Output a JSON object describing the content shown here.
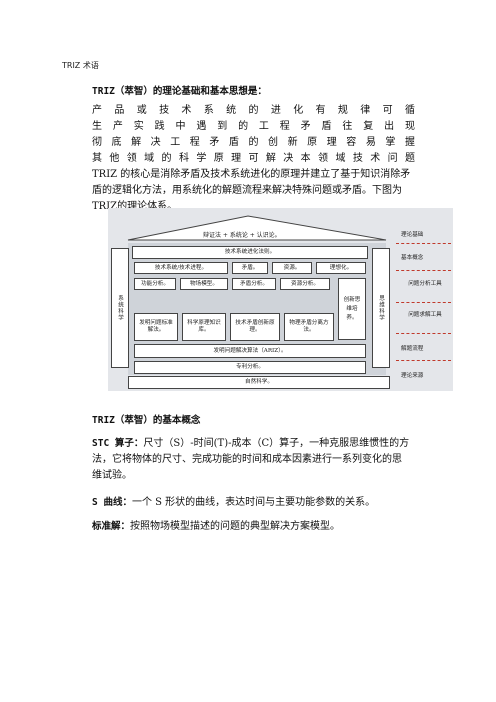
{
  "page_title": "TRIZ 术语",
  "section1": {
    "heading": "TRIZ（萃智）的理论基础和基本思想是：",
    "justified_lines": [
      "产 品 或 技 术 系 统 的 进 化 有 规 律 可 循",
      "生 产 实 践 中 遇 到 的 工 程 矛 盾 往 复 出 现",
      "彻 底 解 决 工 程 矛 盾 的 创 新 原 理 容 易 掌 握",
      "其 他 领 域 的 科 学 原 理 可 解 决 本 领 域 技 术 问 题"
    ],
    "plain_lines": [
      "TRIZ 的核心是消除矛盾及技术系统进化的原理并建立了基于知识消除矛",
      "盾的逻辑化方法，用系统化的解题流程来解决特殊问题或矛盾。下图为",
      "TRIZ的理论体系。"
    ]
  },
  "diagram": {
    "roof": "辩证法 + 系统论 + 认识论。",
    "evolution": "技术系统进化法则。",
    "row_a": [
      "技术系统/技术进程。",
      "矛盾。",
      "资源。",
      "理想化。"
    ],
    "row_b": [
      "功能分析。",
      "物场模型。",
      "矛盾分析。",
      "资源分析。"
    ],
    "creative": "创新思维培养。",
    "row_c": [
      "发明问题标准解法。",
      "科学原理知识库。",
      "技术矛盾创新原理。",
      "物理矛盾分离方法。"
    ],
    "ariz": "发明问题解决算法（ARIZ）。",
    "patent": "专利分析。",
    "nature": "自然科学。",
    "left_pillar": "系统科学",
    "right_pillar": "思维科学",
    "side_labels": [
      "理论基础",
      "基本概念",
      "问题分析工具",
      "问题求解工具",
      "解题流程",
      "理论来源"
    ]
  },
  "section2": {
    "heading": "TRIZ（萃智）的基本概念",
    "stc_label": "STC 算子：",
    "stc_text_1": "尺寸（S）-时间(T)-成本（C）算子，一种克服思维惯性的方",
    "stc_text_2": "法，它将物体的尺寸、完成功能的时间和成本因素进行一系列变化的思",
    "stc_text_3": "维试验。",
    "s_label": "S 曲线：",
    "s_text": "一个 S 形状的曲线，表达时间与主要功能参数的关系。",
    "std_label": "标准解：",
    "std_text": "按照物场模型描述的问题的典型解决方案模型。"
  }
}
